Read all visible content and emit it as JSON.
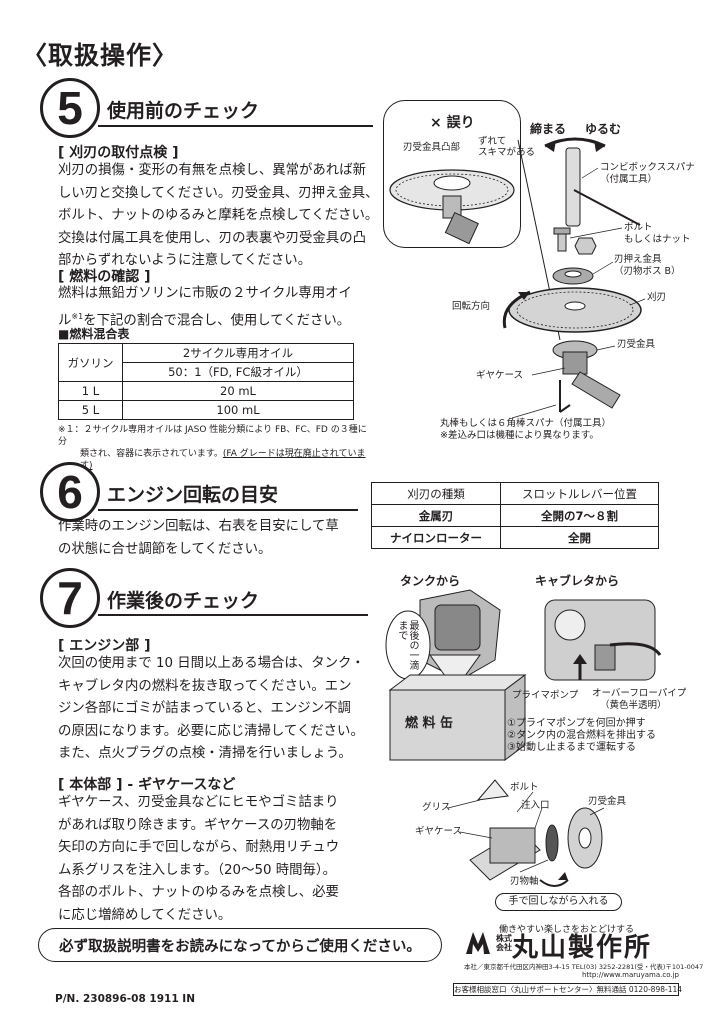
{
  "page_title": "〈取扱操作〉",
  "sec5": {
    "number": "5",
    "title": "使用前のチェック",
    "blade": {
      "heading": "[ 刈刃の取付点検 ]",
      "lines": [
        "刈刃の損傷・変形の有無を点検し、異常があれば新",
        "しい刃と交換してください。刃受金具、刃押え金具、",
        "ボルト、ナットのゆるみと摩耗を点検してください。",
        "交換は付属工具を使用し、刃の表裏や刃受金具の凸",
        "部からずれないように注意してください。"
      ]
    },
    "fuel": {
      "heading": "[ 燃料の確認 ]",
      "line1_a": "燃料は無鉛ガソリンに市販の２サイクル専用オイ",
      "line2_a": "ル",
      "line2_sup": "※1",
      "line2_b": "を下記の割合で混合し、使用してください。",
      "table_caption": "■燃料混合表",
      "table": {
        "col_gasoline": "ガソリン",
        "col_oil": "2サイクル専用オイル",
        "ratio": "50：1（FD, FC級オイル）",
        "rows": [
          {
            "g": "1 L",
            "o": "20 mL"
          },
          {
            "g": "5 L",
            "o": "100 mL"
          }
        ]
      },
      "note1": "※１：２サイクル専用オイルは JASO 性能分類により FB、FC、FD の３種に分",
      "note2a": "類され、容器に表示されています。",
      "note2b": "(FA グレードは現在廃止されています)"
    }
  },
  "diagram5": {
    "wrong_label": "× 誤り",
    "label_uke_totsu": "刃受金具凸部",
    "label_zure1": "ずれて",
    "label_zure2": "スキマがある",
    "tighten": "締まる",
    "loosen": "ゆるむ",
    "spanner1": "コンビボックススパナ",
    "spanner2": "（付属工具）",
    "bolt1": "ボルト",
    "bolt2": "もしくはナット",
    "osae1": "刃押え金具",
    "osae2": "（刃物ボス B）",
    "rotation": "回転方向",
    "blade": "刈刃",
    "uke": "刃受金具",
    "gearcase": "ギヤケース",
    "bar1": "丸棒もしくは６角棒スパナ（付属工具）",
    "bar2": "※差込み口は機種により異なります。"
  },
  "sec6": {
    "number": "6",
    "title": "エンジン回転の目安",
    "lines": [
      "作業時のエンジン回転は、右表を目安にして草",
      "の状態に合せ調節をしてください。"
    ],
    "table": {
      "h1": "刈刃の種類",
      "h2": "スロットルレバー位置",
      "rows": [
        {
          "a": "金属刃",
          "b": "全開の7～８割"
        },
        {
          "a": "ナイロンローター",
          "b": "全開"
        }
      ]
    }
  },
  "sec7": {
    "number": "7",
    "title": "作業後のチェック",
    "engine": {
      "heading": "[ エンジン部 ]",
      "lines": [
        "次回の使用まで 10 日間以上ある場合は、タンク・",
        "キャブレタ内の燃料を抜き取ってください。エン",
        "ジン各部にゴミが詰まっていると、エンジン不調",
        "の原因になります。必要に応じ清掃してください。",
        "また、点火プラグの点検・清掃を行いましょう。"
      ]
    },
    "body": {
      "heading": "[ 本体部 ] - ギヤケースなど",
      "lines": [
        "ギヤケース、刃受金具などにヒモやゴミ詰まり",
        "があれば取り除きます。ギヤケースの刃物軸を",
        "矢印の方向に手で回しながら、耐熱用リチュウ",
        "ム系グリスを注入します。（20～50 時間毎）。",
        "各部のボルト、ナットのゆるみを点検し、必要",
        "に応じ増締めしてください。"
      ]
    }
  },
  "diagram7": {
    "from_tank": "タンクから",
    "from_carb": "キャブレタから",
    "bubble": "最後の一滴まで",
    "can": "燃 料 缶",
    "primer": "プライマポンプ",
    "overflow1": "オーバーフローパイプ",
    "overflow2": "（黄色半透明）",
    "steps": [
      "①プライマポンプを何回か押す",
      "②タンク内の混合燃料を排出する",
      "③始動し止まるまで運転する"
    ],
    "bolt": "ボルト",
    "grease": "グリス",
    "inlet": "注入口",
    "uke": "刃受金具",
    "gearcase": "ギヤケース",
    "shaft": "刃物軸",
    "hand": "手で回しながら入れる"
  },
  "footer": {
    "notice": "必ず取扱説明書をお読みになってからご使用ください。",
    "partno": "P/N. 230896-08 1911 IN",
    "tagline": "働きやすい楽しさをおとどけする",
    "kabushiki": "株式\n会社",
    "company": "丸山製作所",
    "address": "本社／東京都千代田区内神田3-4-15 TEL(03) 3252-2281(受・代表)〒101-0047",
    "url": "http://www.maruyama.co.jp",
    "support": "お客様相談窓口〈丸山サポートセンター〉無料通話 0120-898-114"
  }
}
